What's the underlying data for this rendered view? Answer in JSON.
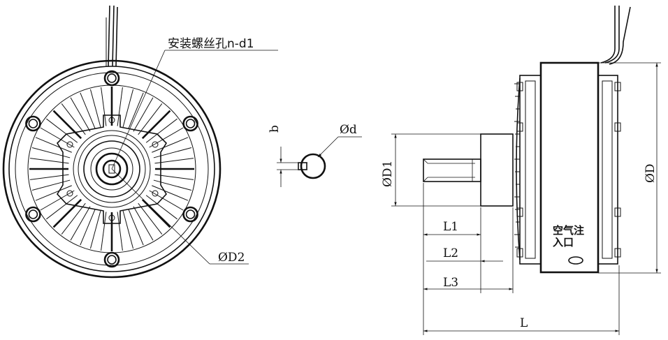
{
  "labels": {
    "mount_hole": "安装螺丝孔n-d1",
    "dia_d2": "ØD2",
    "dim_b": "b",
    "dia_d": "Ød",
    "dia_d1": "ØD1",
    "dia_D": "ØD",
    "L1": "L1",
    "L2": "L2",
    "L3": "L3",
    "L": "L",
    "air_inlet_line1": "空气注",
    "air_inlet_line2": "入口"
  }
}
